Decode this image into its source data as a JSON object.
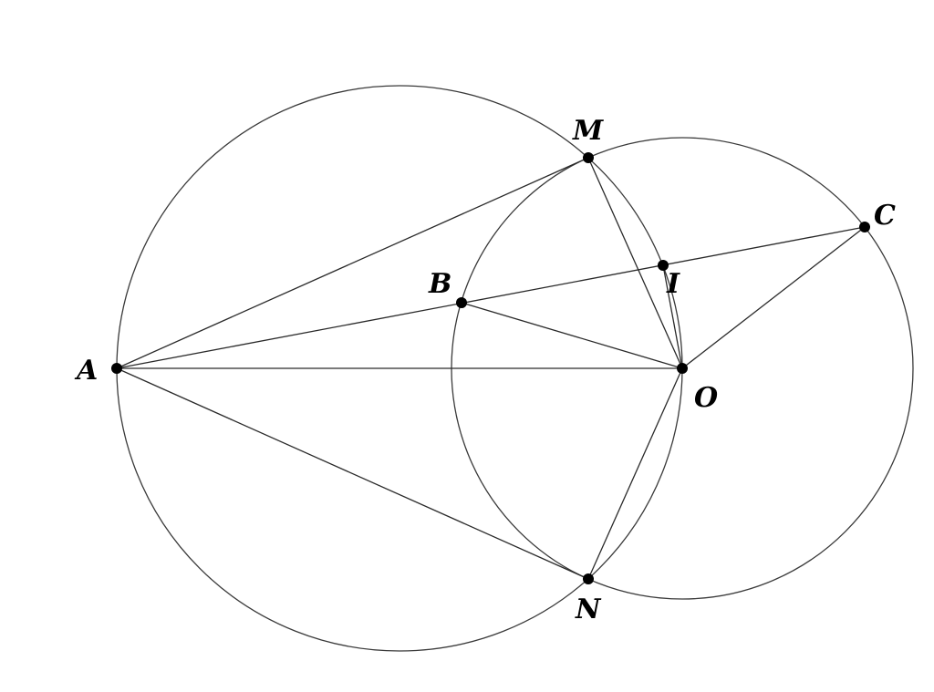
{
  "points": [
    {
      "id": "A",
      "label": "A"
    },
    {
      "id": "B",
      "label": "B"
    },
    {
      "id": "M",
      "label": "M"
    },
    {
      "id": "N",
      "label": "N"
    },
    {
      "id": "O",
      "label": "O"
    },
    {
      "id": "I",
      "label": "I"
    },
    {
      "id": "C",
      "label": "C"
    }
  ],
  "circles": [
    {
      "id": "circle-through-a-m-o-n",
      "through": [
        "A",
        "M",
        "O",
        "N"
      ]
    },
    {
      "id": "circle-center-o",
      "center": "O",
      "through": [
        "M",
        "N"
      ]
    }
  ],
  "segments": [
    [
      "A",
      "M"
    ],
    [
      "A",
      "N"
    ],
    [
      "A",
      "O"
    ],
    [
      "A",
      "C"
    ],
    [
      "M",
      "O"
    ],
    [
      "N",
      "O"
    ],
    [
      "B",
      "O"
    ],
    [
      "O",
      "C"
    ],
    [
      "I",
      "O"
    ]
  ]
}
